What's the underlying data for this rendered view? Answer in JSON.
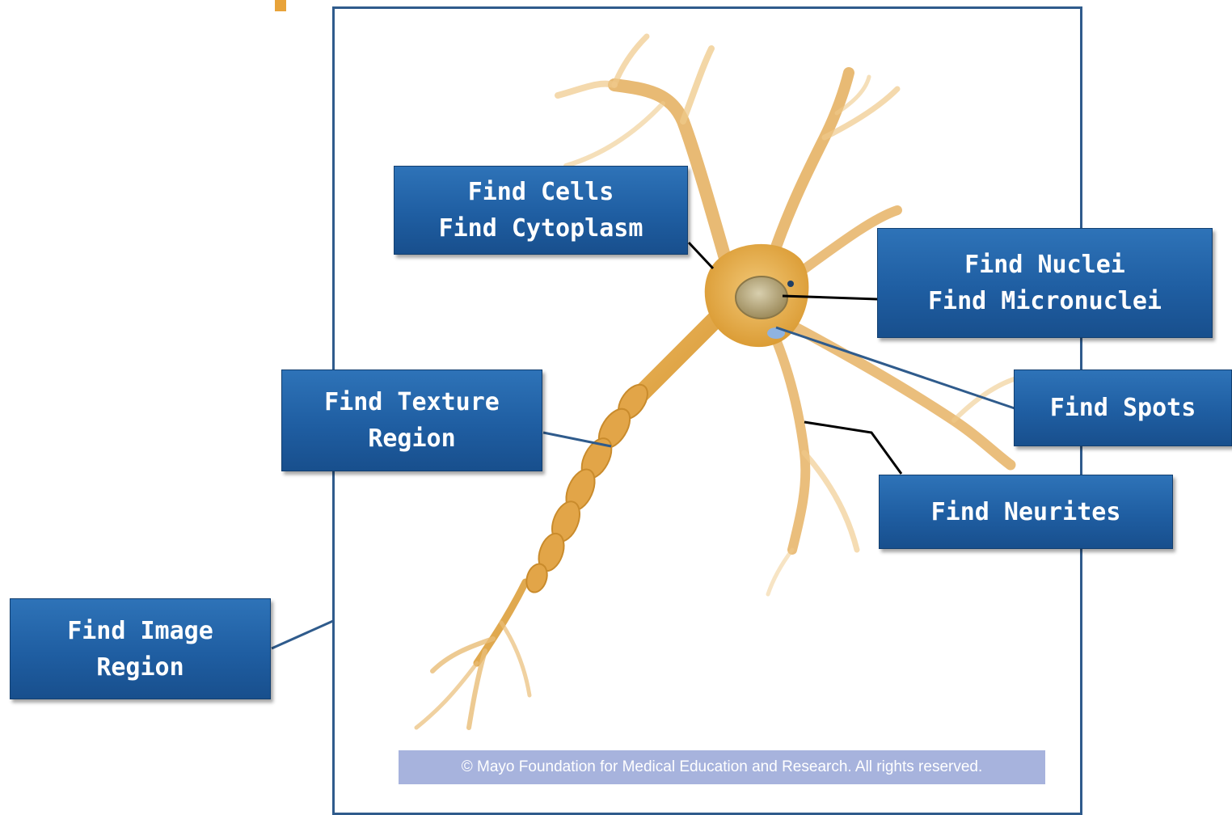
{
  "labels": {
    "cells": [
      "Find Cells",
      "Find Cytoplasm"
    ],
    "nuclei": [
      "Find Nuclei",
      "Find Micronuclei"
    ],
    "texture": [
      "Find Texture",
      "Region"
    ],
    "spots": [
      "Find Spots"
    ],
    "neurites": [
      "Find Neurites"
    ],
    "image_region": [
      "Find Image",
      "Region"
    ]
  },
  "copyright": "© Mayo Foundation for Medical Education and Research.  All rights reserved.",
  "colors": {
    "box": "#1f5ea2",
    "frame": "#2f5b8c",
    "neuron": "#e3ad55",
    "accent": "#e8a33a",
    "copyright_bar": "#a7b3dd"
  }
}
